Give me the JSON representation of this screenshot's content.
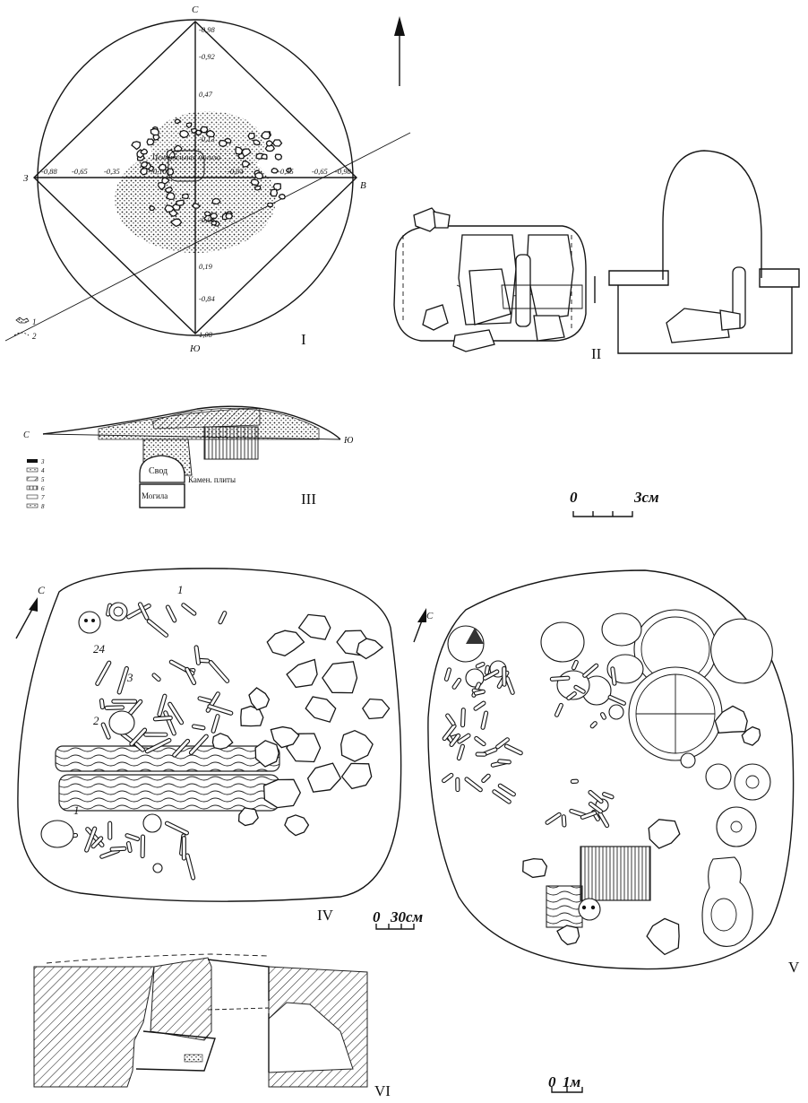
{
  "figure": {
    "north_letter": "С",
    "panels": {
      "I": {
        "label": "I",
        "cardinals": {
          "north": "С",
          "south": "Ю",
          "west": "З",
          "east": "В"
        },
        "vertical_levels": [
          "-0,98",
          "-0,92",
          "0,47",
          "-0,13",
          "-0,06",
          "0,19",
          "-0,84",
          "1,08"
        ],
        "horizontal_levels": [
          "-0,88",
          "-0,65",
          "-0,35",
          "-0,10",
          "-0,04",
          "-0,35",
          "-0,65",
          "-0,98"
        ],
        "center_label": "Центральная могила",
        "legend": [
          "1",
          "2"
        ]
      },
      "II": {
        "label": "II"
      },
      "III": {
        "label": "III",
        "left_end": "С",
        "right_end": "Ю",
        "vault_label": "Свод",
        "grave_label": "Могила",
        "slabs_label": "Камен. плиты",
        "legend": [
          "3",
          "4",
          "5",
          "6",
          "7",
          "8"
        ]
      },
      "IV": {
        "label": "IV",
        "numbers": [
          "1",
          "24",
          "3",
          "2",
          "1"
        ]
      },
      "V": {
        "label": "V"
      },
      "VI": {
        "label": "VI"
      }
    },
    "scales": {
      "small": {
        "zero": "0",
        "text": "3см"
      },
      "medium": {
        "zero": "0",
        "text": "30см"
      },
      "large": {
        "zero": "0",
        "text": "1м"
      }
    }
  }
}
